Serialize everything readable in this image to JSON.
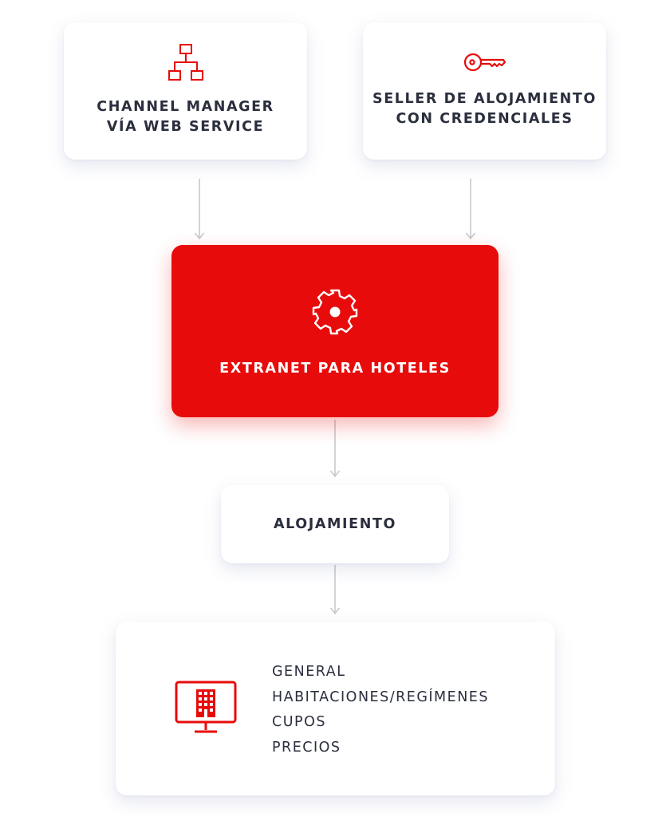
{
  "colors": {
    "accent": "#e80b0b",
    "text": "#2a2e3d",
    "arrow": "#c7c9cf",
    "card_bg": "#ffffff"
  },
  "nodes": {
    "channel_manager": {
      "icon": "hierarchy-icon",
      "lines": [
        "CHANNEL MANAGER",
        "VÍA WEB SERVICE"
      ]
    },
    "seller": {
      "icon": "key-icon",
      "lines": [
        "SELLER DE ALOJAMIENTO",
        "CON CREDENCIALES"
      ]
    },
    "extranet": {
      "icon": "gear-icon",
      "label": "EXTRANET PARA HOTELES"
    },
    "alojamiento": {
      "label": "ALOJAMIENTO"
    },
    "details": {
      "icon": "hotel-monitor-icon",
      "items": [
        "GENERAL",
        "HABITACIONES/REGÍMENES",
        "CUPOS",
        "PRECIOS"
      ]
    }
  },
  "edges": [
    {
      "from": "channel_manager",
      "to": "extranet"
    },
    {
      "from": "seller",
      "to": "extranet"
    },
    {
      "from": "extranet",
      "to": "alojamiento"
    },
    {
      "from": "alojamiento",
      "to": "details"
    }
  ]
}
